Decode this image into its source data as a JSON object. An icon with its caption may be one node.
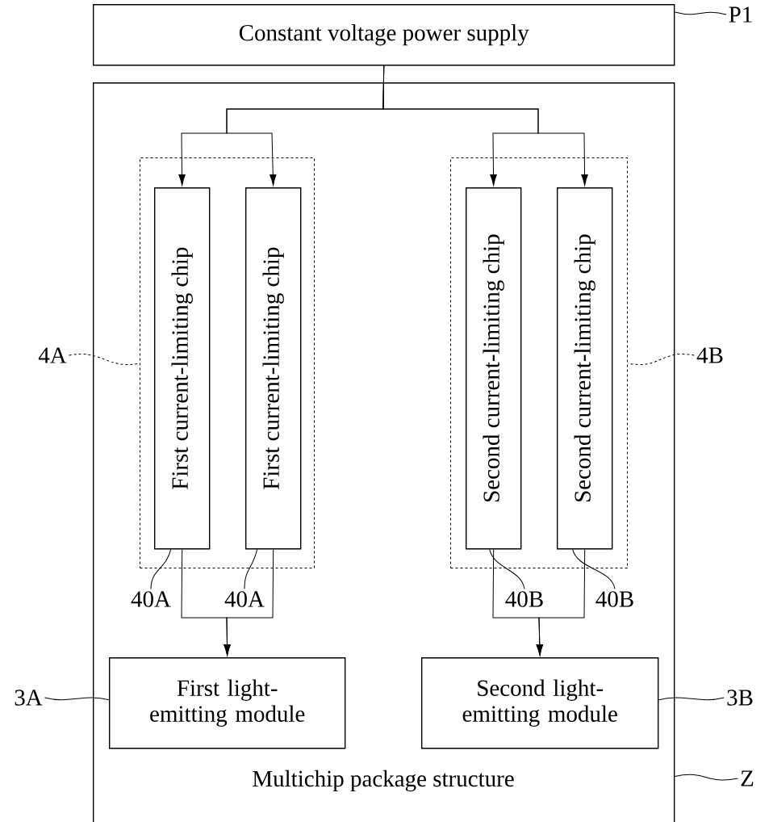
{
  "diagram": {
    "nodes": [
      {
        "text": [
          "Constant voltage power supply"
        ]
      },
      {
        "text": [
          "Multichip package structure"
        ]
      },
      {
        "text": [],
        "shape": "box",
        "in": 1
      },
      {
        "text": [
          "First current-limiting chip"
        ],
        "in": 2
      },
      {
        "text": [
          "First current-limiting chip"
        ],
        "in": 2
      },
      {
        "text": [],
        "shape": "box",
        "in": 1
      },
      {
        "text": [
          "Second current-limiting chip"
        ],
        "in": 5
      },
      {
        "text": [
          "Second current-limiting chip"
        ],
        "in": 5
      },
      {
        "text": [
          "First light-emitting module"
        ],
        "in": 1
      },
      {
        "text": [
          "Second light-emitting module"
        ],
        "in": 1
      },
      {
        "text": [
          "P1"
        ]
      },
      {
        "text": [
          "Z"
        ]
      },
      {
        "text": [
          "4A"
        ]
      },
      {
        "text": [
          "4B"
        ]
      },
      {
        "text": [
          "40A"
        ],
        "in": 1
      },
      {
        "text": [
          "40A"
        ],
        "in": 1
      },
      {
        "text": [
          "40B"
        ],
        "in": 1
      },
      {
        "text": [
          "40B"
        ],
        "in": 1
      },
      {
        "text": [
          "3A"
        ]
      },
      {
        "text": [
          "3B"
        ]
      }
    ],
    "edges": [
      {
        "from": 0,
        "to": 3,
        "arrow": "to"
      },
      {
        "from": 0,
        "to": 4,
        "arrow": "to"
      },
      {
        "from": 0,
        "to": 6,
        "arrow": "to"
      },
      {
        "from": 0,
        "to": 7,
        "arrow": "to"
      },
      {
        "from": 3,
        "to": 8,
        "arrow": "to"
      },
      {
        "from": 4,
        "to": 8,
        "arrow": "to"
      },
      {
        "from": 6,
        "to": 9,
        "arrow": "to"
      },
      {
        "from": 7,
        "to": 9,
        "arrow": "to"
      },
      {
        "from": 10,
        "to": 0,
        "arrow": "none"
      },
      {
        "from": 11,
        "to": 1,
        "arrow": "none"
      },
      {
        "from": 12,
        "to": 2,
        "arrow": "none",
        "style": "dashed"
      },
      {
        "from": 13,
        "to": 5,
        "arrow": "none",
        "style": "dashed"
      },
      {
        "from": 14,
        "to": 3,
        "arrow": "none"
      },
      {
        "from": 15,
        "to": 4,
        "arrow": "none"
      },
      {
        "from": 16,
        "to": 6,
        "arrow": "none"
      },
      {
        "from": 17,
        "to": 7,
        "arrow": "none"
      },
      {
        "from": 18,
        "to": 8,
        "arrow": "none"
      },
      {
        "from": 19,
        "to": 9,
        "arrow": "none"
      }
    ]
  }
}
